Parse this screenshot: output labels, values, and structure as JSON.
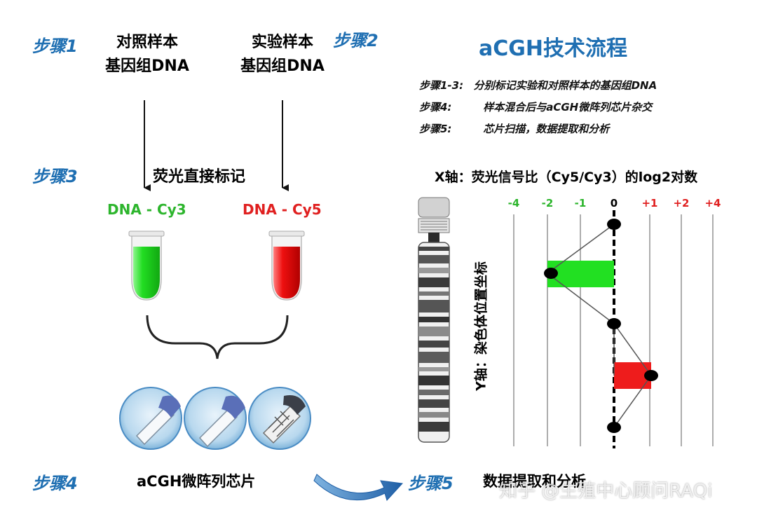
{
  "steps": {
    "s1": "步骤1",
    "s2": "步骤2",
    "s3": "步骤3",
    "s4": "步骤4",
    "s5": "步骤5"
  },
  "labels": {
    "control_line1": "对照样本",
    "control_line2": "基因组DNA",
    "exp_line1": "实验样本",
    "exp_line2": "基因组DNA",
    "fluor": "荧光直接标记",
    "dna_cy3": "DNA - Cy3",
    "dna_cy5": "DNA - Cy5",
    "array": "aCGH微阵列芯片",
    "extract": "数据提取和分析"
  },
  "title": "aCGH技术流程",
  "step_desc": [
    {
      "key": "步骤1-3:",
      "text": "分别标记实验和对照样本的基因组DNA"
    },
    {
      "key": "步骤4:",
      "text": "样本混合后与aCGH微阵列芯片杂交"
    },
    {
      "key": "步骤5:",
      "text": "芯片扫描，数据提取和分析"
    }
  ],
  "x_axis_title": "X轴：荧光信号比（Cy5/Cy3）的log2对数",
  "y_axis_title": "Y轴：染色体位置坐标",
  "ticks": [
    {
      "label": "-4",
      "color": "#2db52d"
    },
    {
      "label": "-2",
      "color": "#2db52d"
    },
    {
      "label": "-1",
      "color": "#2db52d"
    },
    {
      "label": "0",
      "color": "#000000"
    },
    {
      "label": "+1",
      "color": "#e02020"
    },
    {
      "label": "+2",
      "color": "#e02020"
    },
    {
      "label": "+4",
      "color": "#e02020"
    }
  ],
  "colors": {
    "step_blue": "#1f6fb2",
    "green": "#2cd62c",
    "red": "#e81010",
    "gain_red": "#ee1c1c",
    "loss_green": "#22e022"
  },
  "watermark": "知乎 @生殖中心顾问RAQi"
}
